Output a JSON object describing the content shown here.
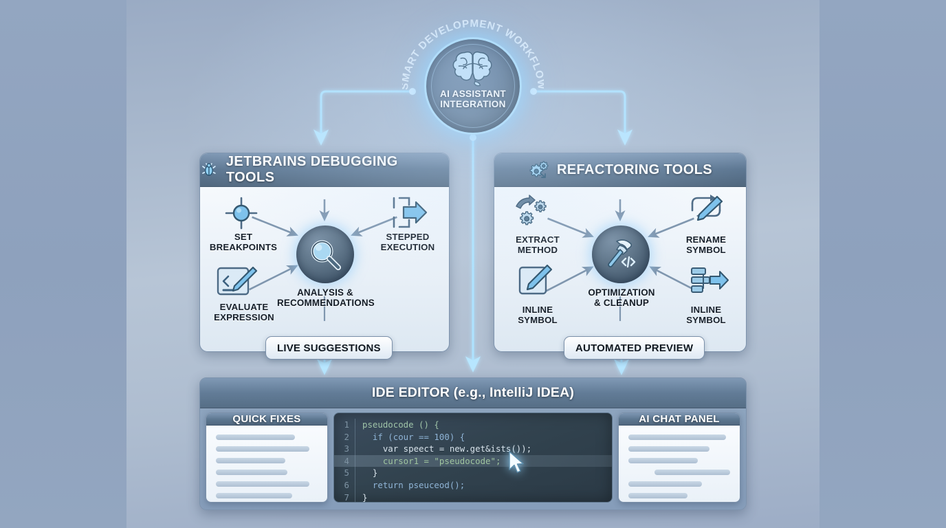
{
  "diagram": {
    "title_arc": "SMART DEVELOPMENT WORKFLOW",
    "hub": {
      "label_line1": "AI ASSISTANT",
      "label_line2": "INTEGRATION",
      "icon": "brain-icon"
    },
    "colors": {
      "background": "#93a6c1",
      "stage": "#aebdd0",
      "panel_header": "#5d7792",
      "glow_cyan": "#a9dcfb",
      "wire": "#aee3ff",
      "core_circle": "#5f7589",
      "code_background": "#32434f"
    },
    "panels": [
      {
        "id": "debugging",
        "icon": "bug-icon",
        "title": "JETBRAINS DEBUGGING TOOLS",
        "core": {
          "icon": "magnifier-icon",
          "label_line1": "ANALYSIS &",
          "label_line2": "RECOMMENDATIONS"
        },
        "nodes": [
          {
            "icon": "breakpoint-icon",
            "label_line1": "SET",
            "label_line2": "BREAKPOINTS"
          },
          {
            "icon": "step-over-icon",
            "label_line1": "STEPPED",
            "label_line2": "EXECUTION"
          },
          {
            "icon": "evaluate-expression-icon",
            "label_line1": "EVALUATE",
            "label_line2": "EXPRESSION"
          }
        ],
        "output_chip": "LIVE SUGGESTIONS"
      },
      {
        "id": "refactoring",
        "icon": "gears-icon",
        "title": "REFACTORING TOOLS",
        "core": {
          "icon": "hammer-code-icon",
          "label_line1": "OPTIMIZATION",
          "label_line2": "& CLEANUP"
        },
        "nodes": [
          {
            "icon": "extract-method-icon",
            "label_line1": "EXTRACT",
            "label_line2": "METHOD"
          },
          {
            "icon": "rename-symbol-icon",
            "label_line1": "RENAME",
            "label_line2": "SYMBOL"
          },
          {
            "icon": "inline-symbol-icon",
            "label_line1": "INLINE",
            "label_line2": "SYMBOL"
          },
          {
            "icon": "inline-symbol-arrow-icon",
            "label_line1": "INLINE",
            "label_line2": "SYMBOL"
          }
        ],
        "output_chip": "AUTOMATED PREVIEW"
      }
    ],
    "ide": {
      "title": "IDE EDITOR (e.g., IntelliJ IDEA)",
      "quick_fixes": {
        "title": "QUICK FIXES",
        "line_widths": [
          "78%",
          "92%",
          "68%",
          "70%",
          "92%",
          "75%"
        ]
      },
      "ai_chat": {
        "title": "AI CHAT PANEL",
        "line_widths": [
          "96%",
          "80%",
          "68%",
          "74%",
          "72%",
          "58%"
        ]
      },
      "code": {
        "lines": [
          {
            "number": "1",
            "text": "pseudocode () {",
            "active": false
          },
          {
            "number": "2",
            "text": "  if (cour == 100) {",
            "active": false
          },
          {
            "number": "3",
            "text": "    var speect = new.get&ists());",
            "active": false
          },
          {
            "number": "4",
            "text": "    cursor1 = \"pseudocode\";",
            "active": true
          },
          {
            "number": "5",
            "text": "  }",
            "active": false
          },
          {
            "number": "6",
            "text": "  return pseuceod();",
            "active": false
          },
          {
            "number": "7",
            "text": "}",
            "active": false
          }
        ],
        "cursor": "mouse-pointer-icon"
      }
    }
  }
}
